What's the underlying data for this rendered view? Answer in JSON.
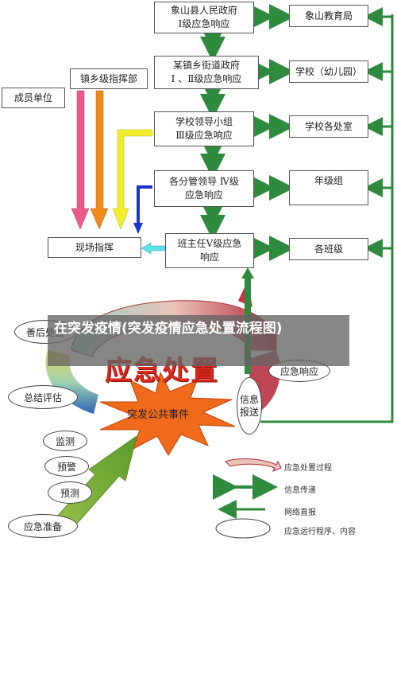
{
  "top_boxes": {
    "county_gov": [
      "象山县人民政府",
      "Ⅰ级应急响应"
    ],
    "town_gov": [
      "某镇乡街道政府",
      "Ⅰ 、Ⅱ级应急响应"
    ],
    "school_leader": [
      "学校领导小组",
      "Ⅲ级应急响应"
    ],
    "division_leader": [
      "各分管领导 Ⅳ级",
      "应急响应"
    ],
    "class_teacher": [
      "班主任Ⅴ级应急",
      "响应"
    ]
  },
  "right_boxes": {
    "edu_bureau": "象山教育局",
    "school_kindergarten": "学校（幼儿园）",
    "school_depts": "学校各处室",
    "grade_group": "年级组",
    "classes": "各班级"
  },
  "left_boxes": {
    "member_units": "成员单位",
    "town_command": "镇乡级指挥部",
    "onsite_command": "现场指挥"
  },
  "cycle": {
    "rehabilitation": "善后处置",
    "emergency_response": "应急响应",
    "info_report": [
      "信息",
      "报送"
    ],
    "summary": "总结评估",
    "monitoring": "监测",
    "warning": "预警",
    "prevention": "预测",
    "preparation": "应急准备",
    "center_event": "突发公共事件",
    "big_title": "应急处置"
  },
  "legend": {
    "process": "应急处置过程",
    "info_transfer": "信息传递",
    "network_report": "网络直报",
    "procedure": "应急运行程序、内容"
  },
  "overlay_title": "在突发疫情(突发疫情应急处置流程图)",
  "colors": {
    "green": "#2e8b3e",
    "blue_arrow": "#1a35c8",
    "pink_arrow": "#e85b8a",
    "orange_arrow": "#f08a1c",
    "yellow_arrow": "#f2ee2c",
    "cyan_arrow": "#5ee0ea",
    "star": "#f06a1c",
    "title_red": "#d8281c"
  }
}
